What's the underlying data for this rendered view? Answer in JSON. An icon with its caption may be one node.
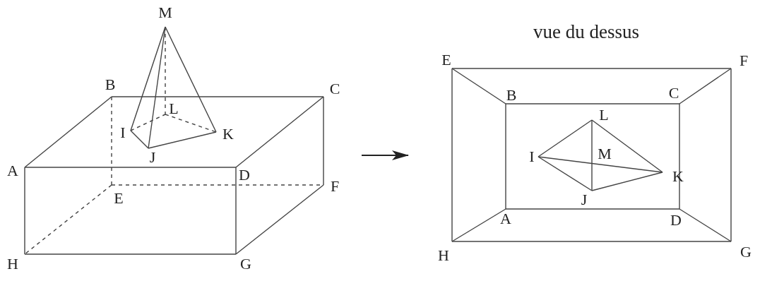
{
  "diagram": {
    "nodes": [
      {
        "text": [],
        "shape": "picture"
      },
      {
        "text": [
          "vue du dessus"
        ]
      }
    ],
    "edges": [
      {
        "from": 0,
        "to": 1,
        "arrow": "to"
      }
    ],
    "labels": [
      "M",
      "B",
      "C",
      "L",
      "I",
      "K",
      "J",
      "A",
      "D",
      "E",
      "F",
      "H",
      "G",
      "E",
      "F",
      "B",
      "C",
      "L",
      "I",
      "M",
      "K",
      "J",
      "A",
      "D",
      "H",
      "G"
    ]
  }
}
